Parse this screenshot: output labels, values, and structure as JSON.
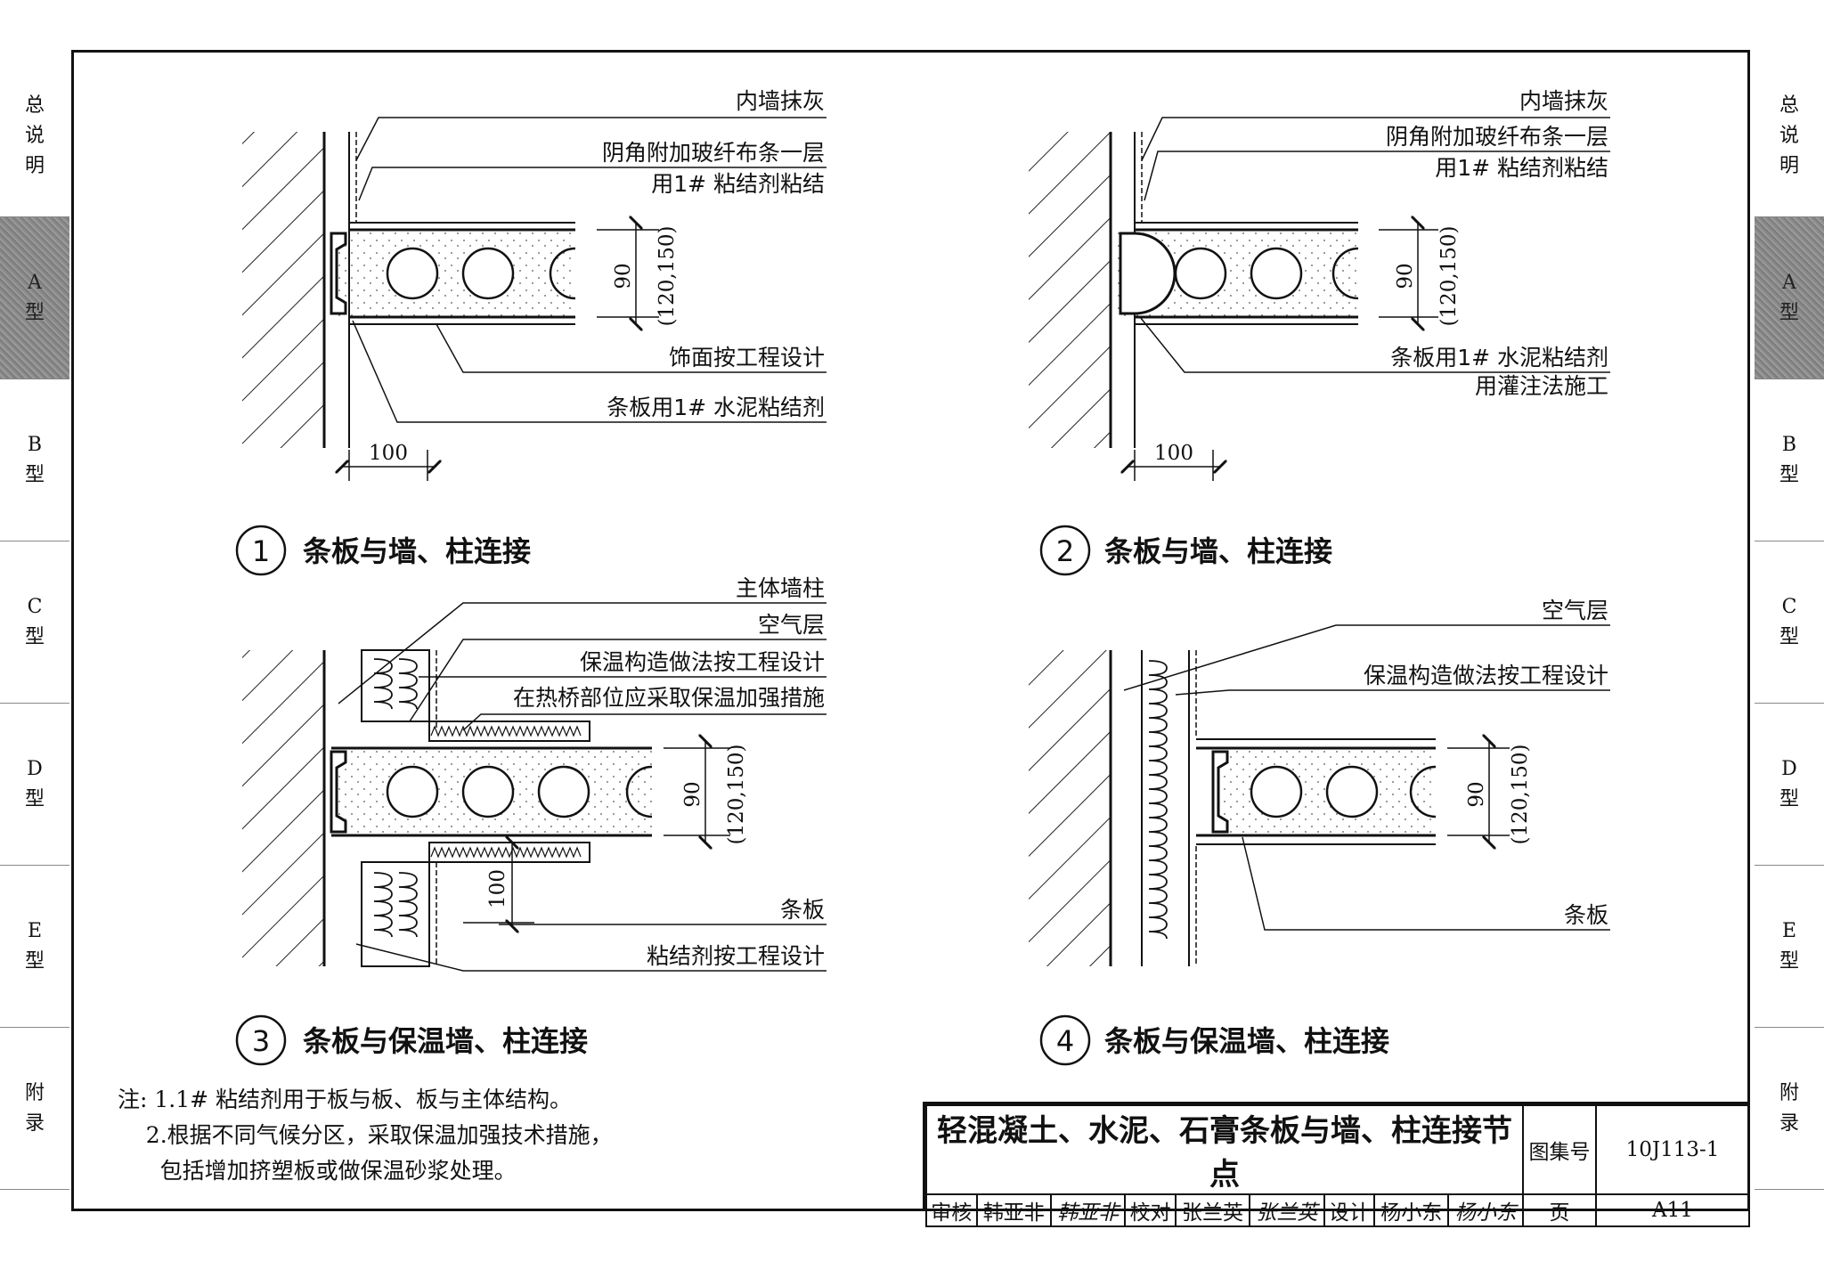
{
  "sidebar": {
    "tabs": [
      {
        "line1": "总",
        "line2": "说",
        "line3": "明"
      },
      {
        "line1": "A",
        "line2": "型",
        "line3": ""
      },
      {
        "line1": "B",
        "line2": "型",
        "line3": ""
      },
      {
        "line1": "C",
        "line2": "型",
        "line3": ""
      },
      {
        "line1": "D",
        "line2": "型",
        "line3": ""
      },
      {
        "line1": "E",
        "line2": "型",
        "line3": ""
      },
      {
        "line1": "附",
        "line2": "录",
        "line3": ""
      }
    ],
    "active_tab": "A型"
  },
  "detail1": {
    "labels": [
      "内墙抹灰",
      "阴角附加玻纤布条一层",
      "用1# 粘结剂粘结",
      "饰面按工程设计",
      "条板用1# 水泥粘结剂"
    ],
    "dim_thickness": "90",
    "dim_alt": "(120,150)",
    "dim_width": "100",
    "number": "1",
    "caption": "条板与墙、柱连接"
  },
  "detail2": {
    "labels": [
      "内墙抹灰",
      "阴角附加玻纤布条一层",
      "用1# 粘结剂粘结",
      "条板用1# 水泥粘结剂",
      "用灌注法施工"
    ],
    "dim_thickness": "90",
    "dim_alt": "(120,150)",
    "dim_width": "100",
    "number": "2",
    "caption": "条板与墙、柱连接"
  },
  "detail3": {
    "labels": [
      "主体墙柱",
      "空气层",
      "保温构造做法按工程设计",
      "在热桥部位应采取保温加强措施",
      "条板",
      "粘结剂按工程设计"
    ],
    "dim_thickness": "90",
    "dim_alt": "(120,150)",
    "dim_width": "100",
    "number": "3",
    "caption": "条板与保温墙、柱连接"
  },
  "detail4": {
    "labels": [
      "空气层",
      "保温构造做法按工程设计",
      "条板"
    ],
    "dim_thickness": "90",
    "dim_alt": "(120,150)",
    "number": "4",
    "caption": "条板与保温墙、柱连接"
  },
  "notes": {
    "line1": "注: 1.1# 粘结剂用于板与板、板与主体结构。",
    "line2": "    2.根据不同气候分区，采取保温加强技术措施，",
    "line3": "      包括增加挤塑板或做保温砂浆处理。"
  },
  "title_block": {
    "title": "轻混凝土、水泥、石膏条板与墙、柱连接节点",
    "atlas_label": "图集号",
    "atlas_no": "10J113-1",
    "review_label": "审核",
    "reviewer": "韩亚非",
    "reviewer_sig": "韩亚非",
    "check_label": "校对",
    "checker": "张兰英",
    "checker_sig": "张兰英",
    "design_label": "设计",
    "designer": "杨小东",
    "designer_sig": "杨小东",
    "page_label": "页",
    "page_no": "A11"
  }
}
